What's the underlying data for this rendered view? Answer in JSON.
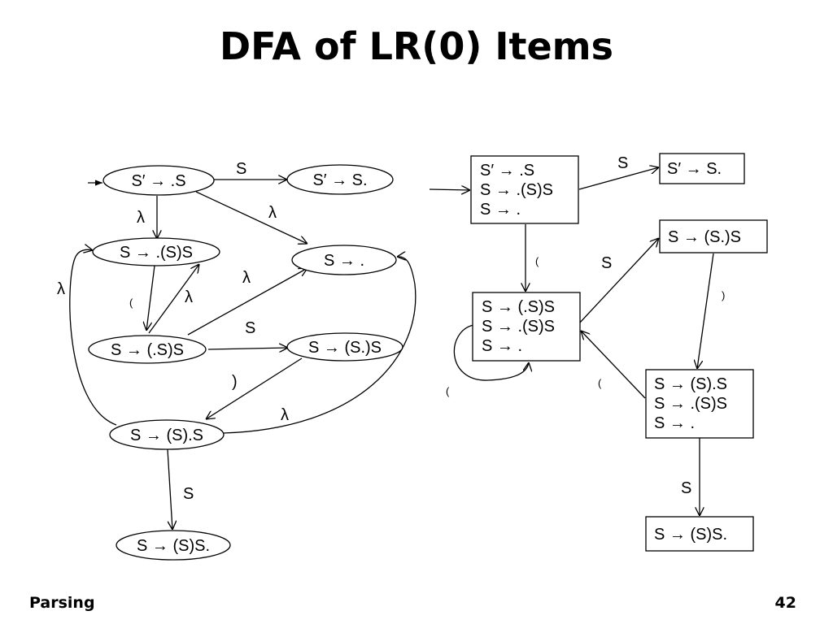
{
  "title": "DFA of LR(0) Items",
  "footer": {
    "left": "Parsing",
    "page": "42"
  },
  "nfa": {
    "nodes": {
      "n1": "S′ → .S",
      "n2": "S′ → S.",
      "n3": "S → .(S)S",
      "n4": "S → .",
      "n5": "S → (.S)S",
      "n6": "S → (S.)S",
      "n7": "S → (S).S",
      "n8": "S → (S)S."
    },
    "edges": {
      "e1": "S",
      "e2": "λ",
      "e3": "λ",
      "e4": "(",
      "e5": "λ",
      "e6": "λ",
      "e7": "S",
      "e8": ")",
      "e9": "λ",
      "e10": "λ",
      "e11": "S"
    }
  },
  "dfa": {
    "states": {
      "s0": [
        "S′ → .S",
        "S → .(S)S",
        "S → ."
      ],
      "s1": [
        "S′ → S."
      ],
      "s2": [
        "S → (.S)S",
        "S → .(S)S",
        "S → ."
      ],
      "s3": [
        "S → (S.)S"
      ],
      "s4": [
        "S → (S).S",
        "S → .(S)S",
        "S → ."
      ],
      "s5": [
        "S → (S)S."
      ]
    },
    "edges": {
      "t1": "S",
      "t2": "(",
      "t3": "(",
      "t4": "S",
      "t5": ")",
      "t6": "(",
      "t7": "S"
    }
  }
}
